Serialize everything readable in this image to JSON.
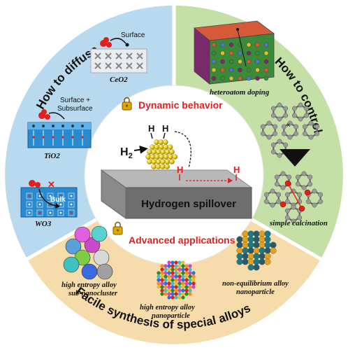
{
  "quadrants": {
    "top_left": {
      "title": "How to diffuse",
      "color": "#b9d9ee"
    },
    "top_right": {
      "title": "How to control",
      "color": "#c4e0a6"
    },
    "bottom": {
      "title": "Facile synthesis of special alloys",
      "color": "#f6dcaa"
    }
  },
  "center": {
    "label": "Hydrogen spillover",
    "h2": "H",
    "h2_sub": "2",
    "h_atom": "H"
  },
  "ring_labels": {
    "dynamic": "Dynamic behavior",
    "advanced": "Advanced applications"
  },
  "diffuse": {
    "ceo2_label": "CeO2",
    "ceo2_note": "Surface",
    "tio2_label": "TiO2",
    "tio2_note_1": "Surface +",
    "tio2_note_2": "Subsurface",
    "wo3_label": "WO3",
    "wo3_note": "Bulk"
  },
  "control": {
    "doping_label": "heteroatom doping",
    "calcination_label": "simple calcination"
  },
  "alloys": {
    "hea_sub": "high entropy alloy",
    "hea_sub_2": "sub-nanocluster",
    "hea_np": "high entropy alloy",
    "hea_np_2": "nanoparticle",
    "neq": "non-equilibrium alloy",
    "neq_2": "nanoparticle"
  },
  "colors": {
    "accent_red": "#e02020",
    "ring_stroke": "#ffffff"
  }
}
